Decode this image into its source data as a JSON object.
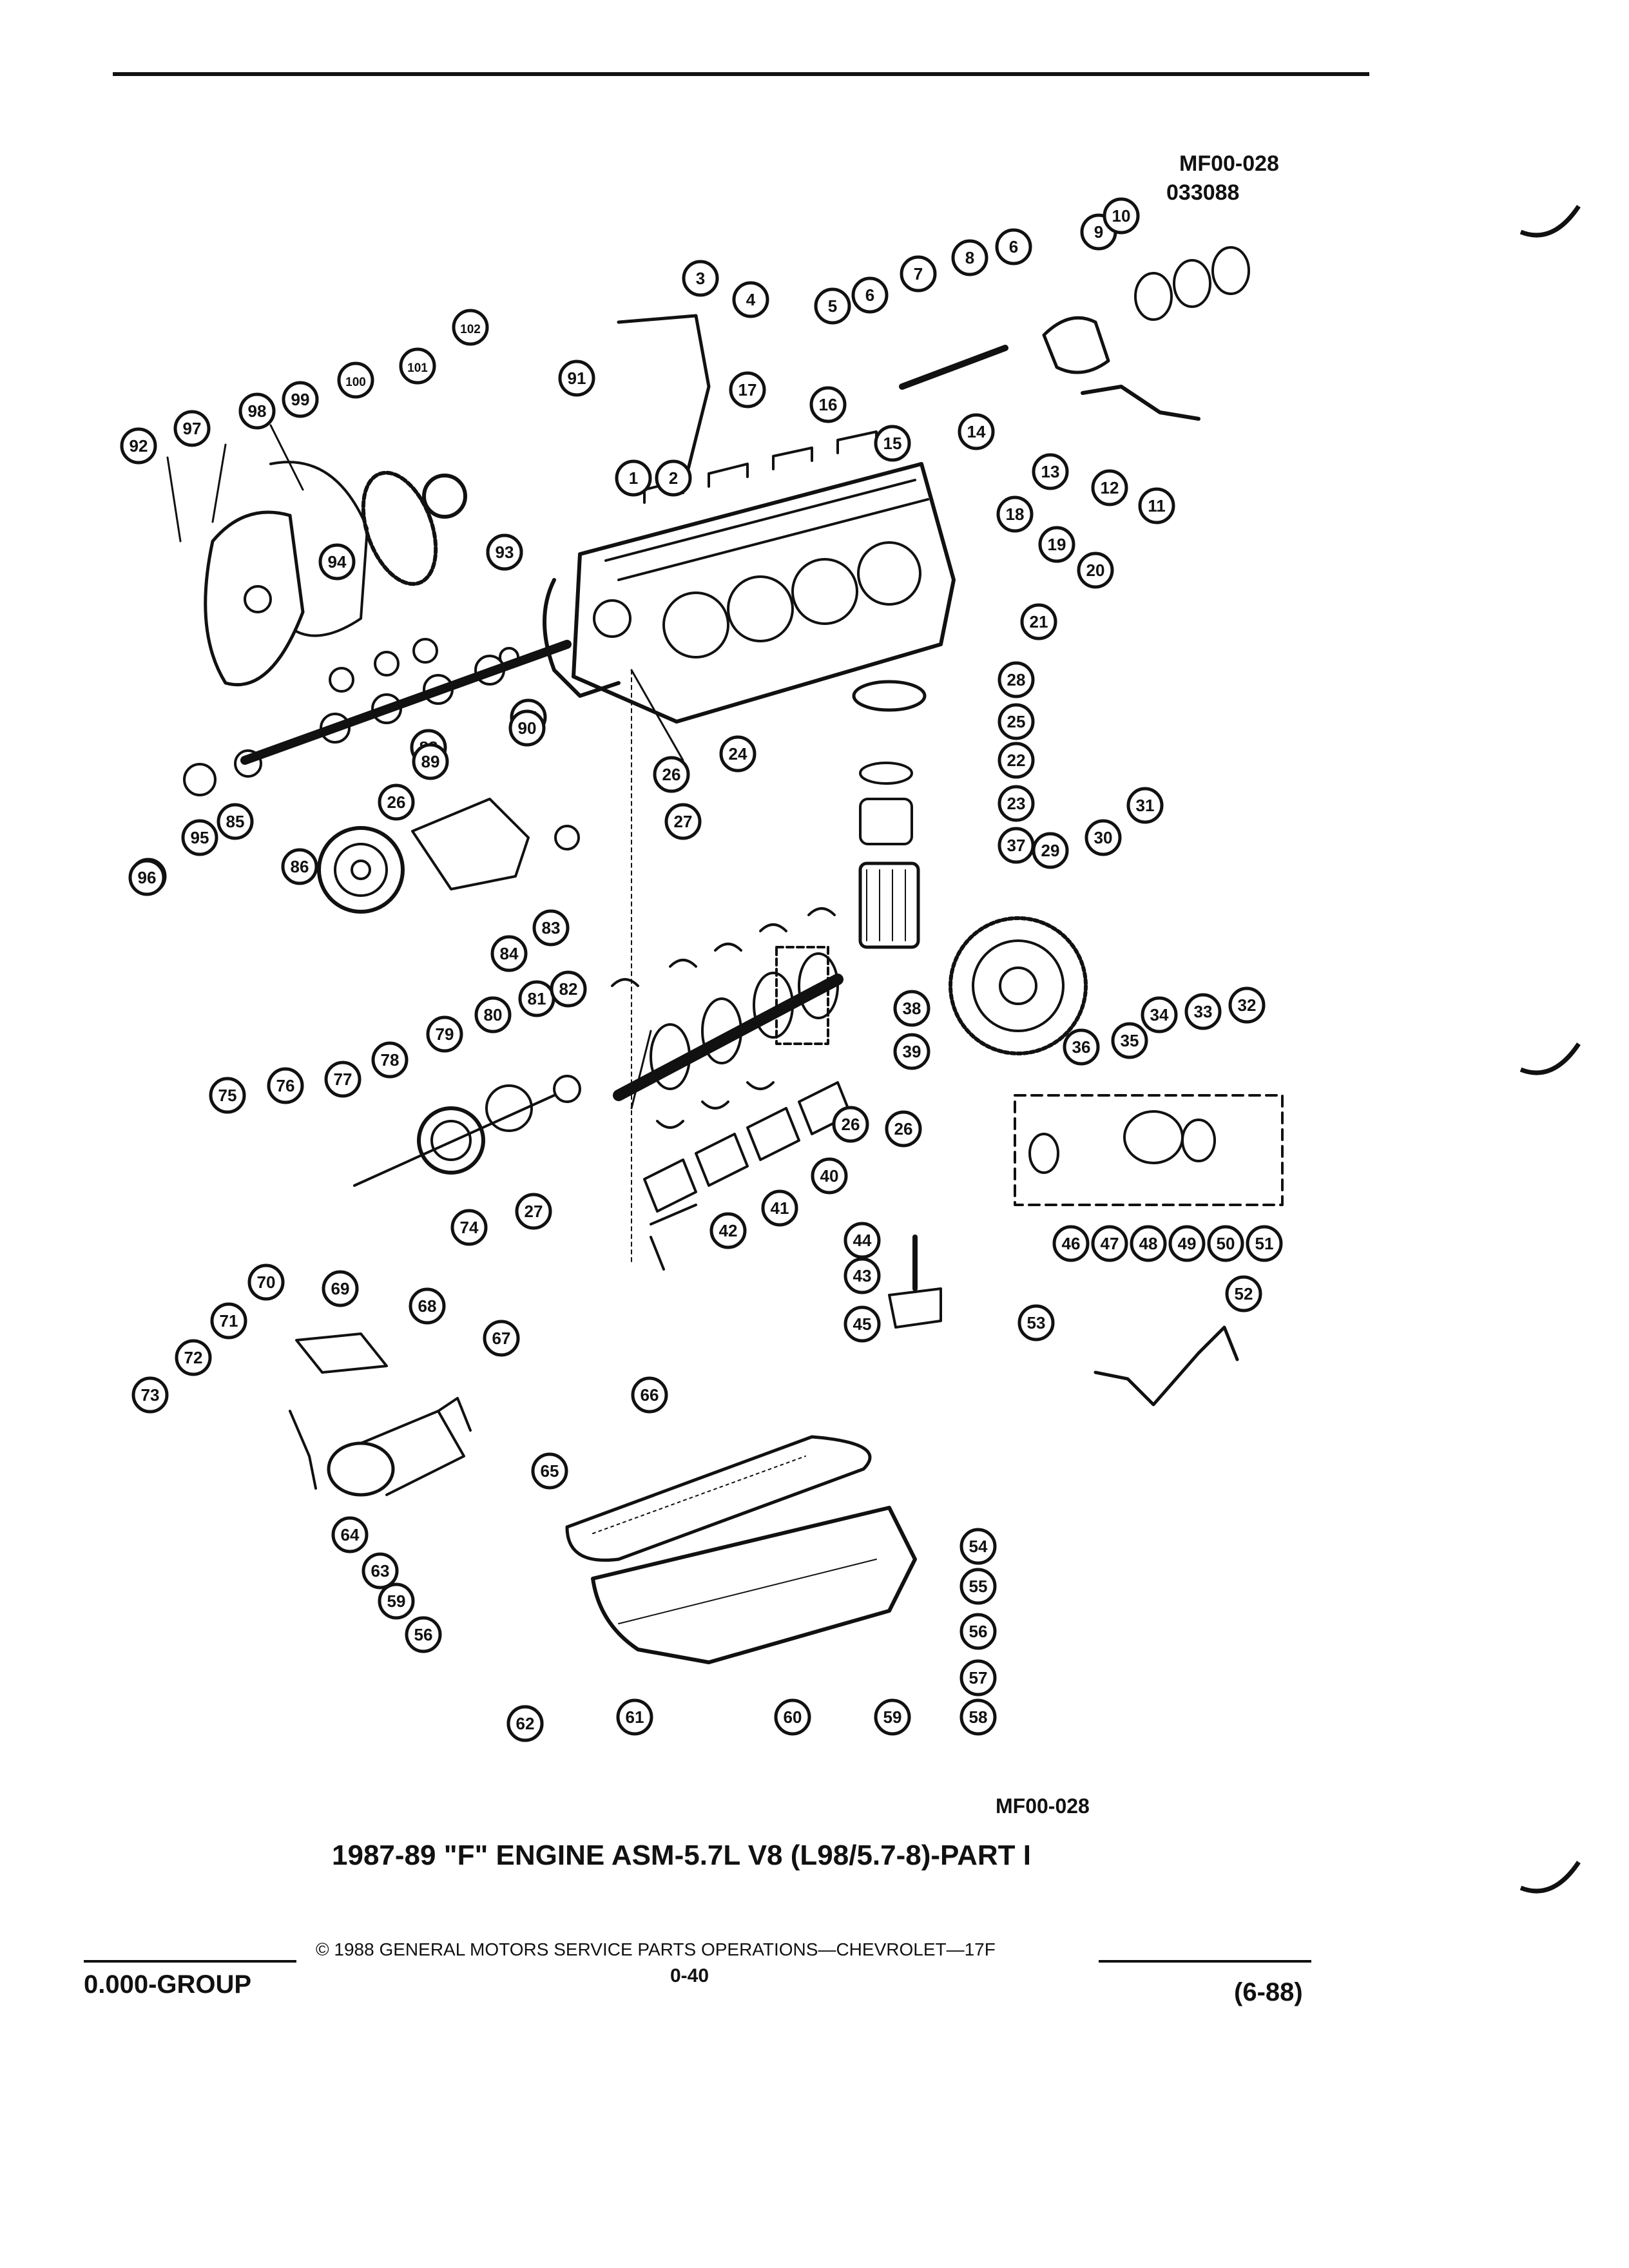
{
  "figure_codes": {
    "top_code": "MF00-028",
    "top_date": "033088",
    "bottom_code": "MF00-028"
  },
  "caption": "1987-89 \"F\" ENGINE ASM-5.7L V8 (L98/5.7-8)-PART I",
  "footer": {
    "copyright": "© 1988 GENERAL MOTORS SERVICE PARTS OPERATIONS—CHEVROLET—17F",
    "group": "0.000-GROUP",
    "page": "0-40",
    "date": "(6-88)"
  },
  "callouts": [
    {
      "n": "1"
    },
    {
      "n": "2"
    },
    {
      "n": "3"
    },
    {
      "n": "4"
    },
    {
      "n": "5"
    },
    {
      "n": "6"
    },
    {
      "n": "6"
    },
    {
      "n": "7"
    },
    {
      "n": "8"
    },
    {
      "n": "9"
    },
    {
      "n": "10"
    },
    {
      "n": "11"
    },
    {
      "n": "12"
    },
    {
      "n": "13"
    },
    {
      "n": "14"
    },
    {
      "n": "15"
    },
    {
      "n": "16"
    },
    {
      "n": "17"
    },
    {
      "n": "18"
    },
    {
      "n": "19"
    },
    {
      "n": "20"
    },
    {
      "n": "21"
    },
    {
      "n": "22"
    },
    {
      "n": "23"
    },
    {
      "n": "24"
    },
    {
      "n": "25"
    },
    {
      "n": "26"
    },
    {
      "n": "26"
    },
    {
      "n": "26"
    },
    {
      "n": "26"
    },
    {
      "n": "27"
    },
    {
      "n": "27"
    },
    {
      "n": "28"
    },
    {
      "n": "29"
    },
    {
      "n": "30"
    },
    {
      "n": "31"
    },
    {
      "n": "32"
    },
    {
      "n": "33"
    },
    {
      "n": "34"
    },
    {
      "n": "35"
    },
    {
      "n": "36"
    },
    {
      "n": "37"
    },
    {
      "n": "38"
    },
    {
      "n": "39"
    },
    {
      "n": "40"
    },
    {
      "n": "41"
    },
    {
      "n": "42"
    },
    {
      "n": "43"
    },
    {
      "n": "44"
    },
    {
      "n": "45"
    },
    {
      "n": "46"
    },
    {
      "n": "47"
    },
    {
      "n": "48"
    },
    {
      "n": "49"
    },
    {
      "n": "50"
    },
    {
      "n": "51"
    },
    {
      "n": "52"
    },
    {
      "n": "53"
    },
    {
      "n": "54"
    },
    {
      "n": "55"
    },
    {
      "n": "56"
    },
    {
      "n": "56"
    },
    {
      "n": "57"
    },
    {
      "n": "58"
    },
    {
      "n": "59"
    },
    {
      "n": "59"
    },
    {
      "n": "60"
    },
    {
      "n": "61"
    },
    {
      "n": "62"
    },
    {
      "n": "62"
    },
    {
      "n": "63"
    },
    {
      "n": "64"
    },
    {
      "n": "65"
    },
    {
      "n": "66"
    },
    {
      "n": "67"
    },
    {
      "n": "68"
    },
    {
      "n": "69"
    },
    {
      "n": "70"
    },
    {
      "n": "71"
    },
    {
      "n": "72"
    },
    {
      "n": "73"
    },
    {
      "n": "74"
    },
    {
      "n": "75"
    },
    {
      "n": "76"
    },
    {
      "n": "77"
    },
    {
      "n": "78"
    },
    {
      "n": "79"
    },
    {
      "n": "80"
    },
    {
      "n": "81"
    },
    {
      "n": "82"
    },
    {
      "n": "83"
    },
    {
      "n": "84"
    },
    {
      "n": "84"
    },
    {
      "n": "85"
    },
    {
      "n": "86"
    },
    {
      "n": "87"
    },
    {
      "n": "88"
    },
    {
      "n": "89"
    },
    {
      "n": "90"
    },
    {
      "n": "91"
    },
    {
      "n": "92"
    },
    {
      "n": "92"
    },
    {
      "n": "93"
    },
    {
      "n": "94"
    },
    {
      "n": "95"
    },
    {
      "n": "96"
    },
    {
      "n": "97"
    },
    {
      "n": "98"
    },
    {
      "n": "99"
    },
    {
      "n": "100"
    },
    {
      "n": "101"
    },
    {
      "n": "102"
    }
  ]
}
